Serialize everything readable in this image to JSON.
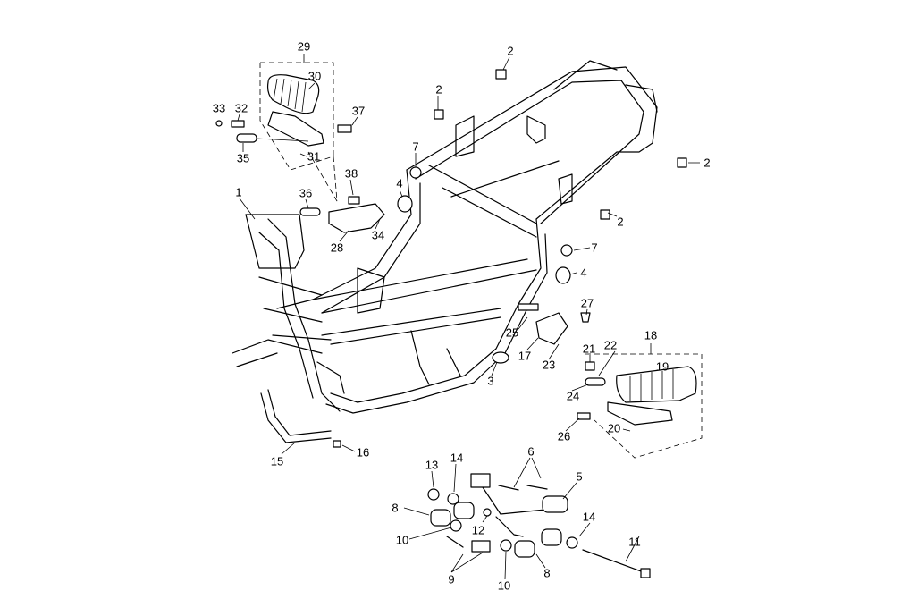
{
  "diagram": {
    "title": "Frame exploded parts diagram",
    "labels": [
      "29",
      "30",
      "33",
      "32",
      "37",
      "35",
      "31",
      "2",
      "2",
      "2",
      "2",
      "7",
      "7",
      "4",
      "4",
      "38",
      "36",
      "1",
      "34",
      "28",
      "27",
      "25",
      "17",
      "23",
      "21",
      "22",
      "18",
      "19",
      "3",
      "24",
      "26",
      "20",
      "15",
      "16",
      "13",
      "14",
      "6",
      "5",
      "8",
      "10",
      "12",
      "14",
      "11",
      "9",
      "8",
      "10"
    ]
  }
}
